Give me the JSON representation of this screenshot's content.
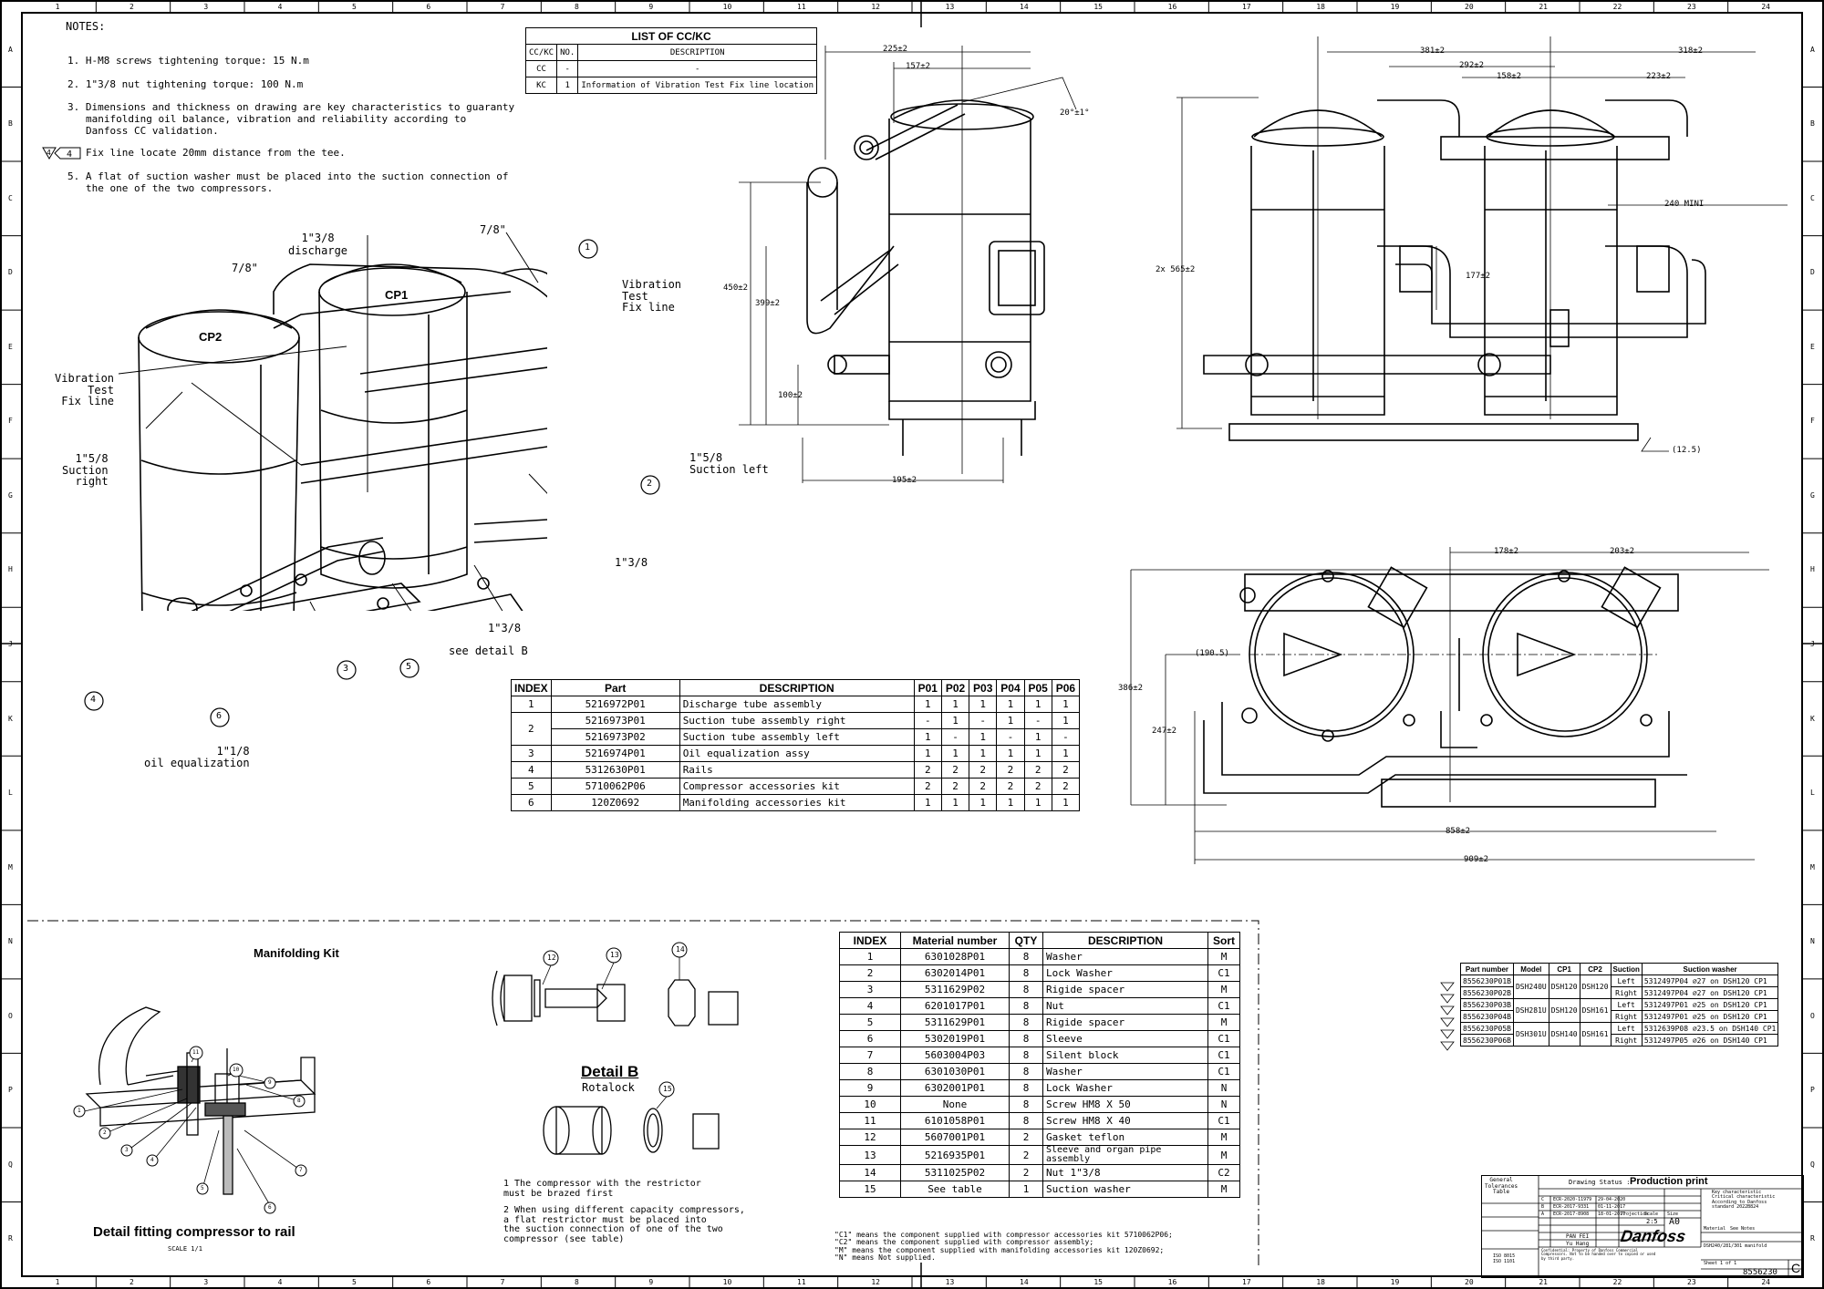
{
  "border": {
    "top_columns": [
      "1",
      "2",
      "3",
      "4",
      "5",
      "6",
      "7",
      "8",
      "9",
      "10",
      "11",
      "12",
      "13",
      "14",
      "15",
      "16",
      "17",
      "18",
      "19",
      "20",
      "21",
      "22",
      "23",
      "24"
    ],
    "side_rows": [
      "A",
      "B",
      "C",
      "D",
      "E",
      "F",
      "G",
      "H",
      "J",
      "K",
      "L",
      "M",
      "N",
      "O",
      "P",
      "Q",
      "R"
    ]
  },
  "notes": {
    "title": "NOTES:",
    "items": [
      "1. H-M8 screws tightening torque: 15 N.m",
      "2. 1\"3/8 nut tightening torque: 100 N.m",
      "3. Dimensions and thickness on drawing are key characteristics to guaranty",
      "manifolding oil balance, vibration and reliability according to",
      "Danfoss CC validation.",
      "Fix line locate 20mm distance from the tee.",
      "5. A flat of suction washer must be placed into the suction connection of",
      "the one of the two compressors."
    ],
    "flag4": "4"
  },
  "cc_list": {
    "title": "LIST OF CC/KC",
    "headers": [
      "CC/KC",
      "NO.",
      "DESCRIPTION"
    ],
    "rows": [
      [
        "CC",
        "-",
        "-"
      ],
      [
        "KC",
        "1",
        "Information of Vibration Test Fix line location"
      ]
    ]
  },
  "iso_labels": {
    "discharge": "1\"3/8\ndischarge",
    "seven_eighths_a": "7/8\"",
    "seven_eighths_b": "7/8\"",
    "cp1": "CP1",
    "cp2": "CP2",
    "vib_right": "Vibration\nTest\nFix line",
    "vib_left": "Vibration\nTest\nFix line",
    "suction_right": "1\"5/8\nSuction\nright",
    "suction_left": "1\"5/8\nSuction left",
    "one_three_eighths_a": "1\"3/8",
    "one_three_eighths_b": "1\"3/8",
    "see_detail_b": "see detail B",
    "oil_eq": "1\"1/8\noil equalization",
    "balloons": [
      "1",
      "2",
      "3",
      "4",
      "5",
      "6"
    ]
  },
  "dims_side": [
    "225±2",
    "157±2",
    "20°±1°",
    "450±2",
    "399±2",
    "100±2",
    "195±2"
  ],
  "dims_front": [
    "381±2",
    "292±2",
    "158±2",
    "318±2",
    "223±2",
    "240 MINI",
    "2x 565±2",
    "177±2",
    "(12.5)"
  ],
  "dims_top": [
    "178±2",
    "203±2",
    "(190.5)",
    "386±2",
    "247±2",
    "858±2",
    "909±2"
  ],
  "parts_table": {
    "headers": [
      "INDEX",
      "Part",
      "DESCRIPTION",
      "P01",
      "P02",
      "P03",
      "P04",
      "P05",
      "P06"
    ],
    "rows": [
      {
        "index": "1",
        "part": "5216972P01",
        "desc": "Discharge tube assembly",
        "v": [
          "1",
          "1",
          "1",
          "1",
          "1",
          "1"
        ]
      },
      {
        "index": "2",
        "part": "5216973P01",
        "desc": "Suction tube assembly right",
        "v": [
          "-",
          "1",
          "-",
          "1",
          "-",
          "1"
        ]
      },
      {
        "index": "",
        "part": "5216973P02",
        "desc": "Suction tube assembly left",
        "v": [
          "1",
          "-",
          "1",
          "-",
          "1",
          "-"
        ]
      },
      {
        "index": "3",
        "part": "5216974P01",
        "desc": "Oil equalization assy",
        "v": [
          "1",
          "1",
          "1",
          "1",
          "1",
          "1"
        ]
      },
      {
        "index": "4",
        "part": "5312630P01",
        "desc": "Rails",
        "v": [
          "2",
          "2",
          "2",
          "2",
          "2",
          "2"
        ]
      },
      {
        "index": "5",
        "part": "5710062P06",
        "desc": "Compressor accessories kit",
        "v": [
          "2",
          "2",
          "2",
          "2",
          "2",
          "2"
        ]
      },
      {
        "index": "6",
        "part": "120Z0692",
        "desc": "Manifolding accessories kit",
        "v": [
          "1",
          "1",
          "1",
          "1",
          "1",
          "1"
        ]
      }
    ]
  },
  "kit": {
    "title": "Manifolding Kit",
    "fitting_caption": "Detail fitting compressor to rail",
    "scale": "SCALE 1/1",
    "detail_b": "Detail B",
    "rotalock": "Rotalock",
    "note1": "1 The compressor with the restrictor\nmust be brazed first",
    "note2": "2 When using different capacity compressors,\na flat restrictor must be placed into\nthe suction connection of one of the two\ncompressor (see table)",
    "balloons": [
      "1",
      "2",
      "3",
      "4",
      "5",
      "6",
      "7",
      "8",
      "9",
      "10",
      "11",
      "12",
      "13",
      "14",
      "15"
    ]
  },
  "material_table": {
    "headers": [
      "INDEX",
      "Material number",
      "QTY",
      "DESCRIPTION",
      "Sort"
    ],
    "rows": [
      [
        "1",
        "6301028P01",
        "8",
        "Washer",
        "M"
      ],
      [
        "2",
        "6302014P01",
        "8",
        "Lock Washer",
        "C1"
      ],
      [
        "3",
        "5311629P02",
        "8",
        "Rigide spacer",
        "M"
      ],
      [
        "4",
        "6201017P01",
        "8",
        "Nut",
        "C1"
      ],
      [
        "5",
        "5311629P01",
        "8",
        "Rigide spacer",
        "M"
      ],
      [
        "6",
        "5302019P01",
        "8",
        "Sleeve",
        "C1"
      ],
      [
        "7",
        "5603004P03",
        "8",
        "Silent block",
        "C1"
      ],
      [
        "8",
        "6301030P01",
        "8",
        "Washer",
        "C1"
      ],
      [
        "9",
        "6302001P01",
        "8",
        "Lock Washer",
        "N"
      ],
      [
        "10",
        "None",
        "8",
        "Screw HM8 X 50",
        "N"
      ],
      [
        "11",
        "6101058P01",
        "8",
        "Screw HM8 X 40",
        "C1"
      ],
      [
        "12",
        "5607001P01",
        "2",
        "Gasket teflon",
        "M"
      ],
      [
        "13",
        "5216935P01",
        "2",
        "Sleeve and organ pipe assembly",
        "M"
      ],
      [
        "14",
        "5311025P02",
        "2",
        "Nut 1\"3/8",
        "C2"
      ],
      [
        "15",
        "See table",
        "1",
        "Suction washer",
        "M"
      ]
    ],
    "footnotes": [
      "\"C1\" means the component supplied with compressor accessories kit 5710062P06;",
      "\"C2\" means the component supplied with compressor assembly;",
      "\"M\" means the component supplied with manifolding accessories kit 120Z0692;",
      "\"N\" means Not supplied."
    ]
  },
  "washer_table": {
    "headers": [
      "Part number",
      "Model",
      "CP1",
      "CP2",
      "Suction",
      "Suction washer"
    ],
    "rows": [
      [
        "8556230P01B",
        "DSH240U",
        "DSH120",
        "DSH120",
        "Left",
        "5312497P04 ∅27 on DSH120 CP1"
      ],
      [
        "8556230P02B",
        "",
        "",
        "",
        "Right",
        "5312497P04 ∅27 on DSH120 CP1"
      ],
      [
        "8556230P03B",
        "DSH281U",
        "DSH120",
        "DSH161",
        "Left",
        "5312497P01 ∅25 on DSH120 CP1"
      ],
      [
        "8556230P04B",
        "",
        "",
        "",
        "Right",
        "5312497P01 ∅25 on DSH120 CP1"
      ],
      [
        "8556230P05B",
        "DSH301U",
        "DSH140",
        "DSH161",
        "Left",
        "5312639P08 ∅23.5 on DSH140 CP1"
      ],
      [
        "8556230P06B",
        "",
        "",
        "",
        "Right",
        "5312497P05 ∅26 on DSH140 CP1"
      ]
    ]
  },
  "title_block": {
    "general_tol": "General\nTolerances\nTable",
    "drawing_status_label": "Drawing Status :",
    "drawing_status": "Production print",
    "rev_rows": [
      [
        "C",
        "ECR-2020-11979",
        "29-04-2020"
      ],
      [
        "B",
        "ECR-2017-9331",
        "01-11-2017"
      ],
      [
        "A",
        "ECR-2017-8908",
        "18-01-2017"
      ]
    ],
    "designed": "PAN FEI",
    "approved": "Yu Hang",
    "projection": "Projection",
    "scale_label": "Scale",
    "scale": "2:5",
    "size_label": "Size",
    "size": "A0",
    "material_label": "Material",
    "material": "See Notes",
    "key_char": "Key characteristic\nCritical characteristic\nAccording to Danfoss\nstandard 2022B824",
    "company": "Danfoss",
    "designation": "DSH240/281/301 manifold",
    "sheet": "Sheet 1 of 1",
    "drg_no": "8556230",
    "rev": "C",
    "confidential": "Confidential: Property of Danfoss Commercial Compressors. Not to be handed over to copied or used by third party.",
    "iso": "ISO 8015\nISO 1101"
  }
}
